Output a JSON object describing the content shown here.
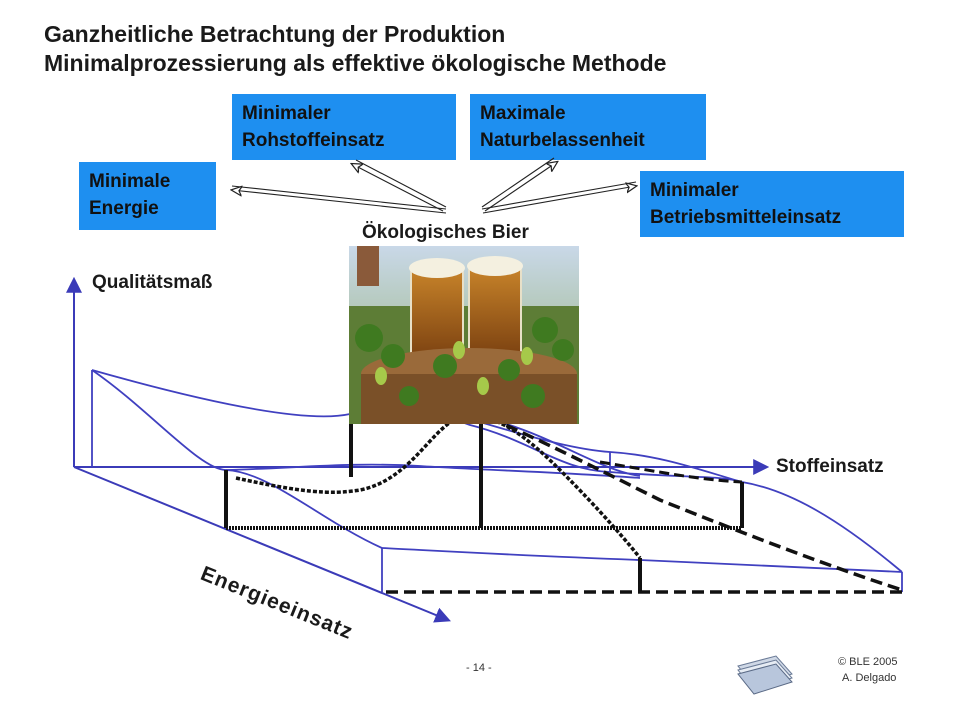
{
  "title": {
    "line1": "Ganzheitliche Betrachtung der Produktion",
    "line2": "Minimalprozessierung als effektive ökologische Methode"
  },
  "boxes": {
    "rohstoff": [
      "Minimaler",
      "Rohstoffeinsatz"
    ],
    "natur": [
      "Maximale",
      "Naturbelassenheit"
    ],
    "energie": [
      "Minimale",
      "Energie"
    ],
    "betrieb": [
      "Minimaler",
      "Betriebsmitteleinsatz"
    ]
  },
  "center_label": "Ökologisches Bier",
  "axes": {
    "y_label": "Qualitätsmaß",
    "x_label": "Stoffeinsatz",
    "z_label": "Energieeinsatz"
  },
  "footer": {
    "page": "- 14 -",
    "copyright": "© BLE 2005",
    "author": "A. Delgado"
  },
  "colors": {
    "box_fill": "#1e8ff0",
    "axis": "#3b3bb8",
    "curve": "#4040c0"
  }
}
